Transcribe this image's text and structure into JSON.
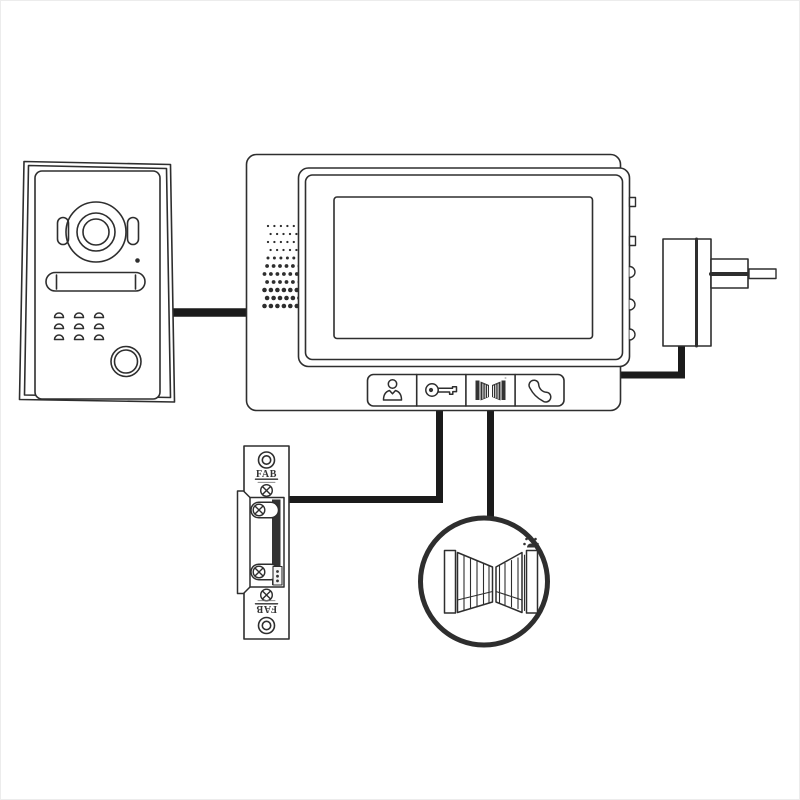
{
  "colors": {
    "line": "#2e2e2e",
    "wire": "#1b1b1b",
    "dark": "#333333",
    "background": "#ffffff"
  },
  "strike_labels": {
    "top": "FAB",
    "bottom": "FAB"
  },
  "components": {
    "outdoor_station": "door camera station",
    "monitor": "indoor video monitor",
    "power_adapter": "plug-in power adapter",
    "door_strike": "electric door strike",
    "gate": "swing gate"
  },
  "monitor_buttons": [
    {
      "name": "monitor-view-button",
      "icon": "person-icon"
    },
    {
      "name": "unlock-button",
      "icon": "key-icon"
    },
    {
      "name": "gate-open-button",
      "icon": "gate-icon"
    },
    {
      "name": "talk-button",
      "icon": "phone-icon"
    }
  ]
}
